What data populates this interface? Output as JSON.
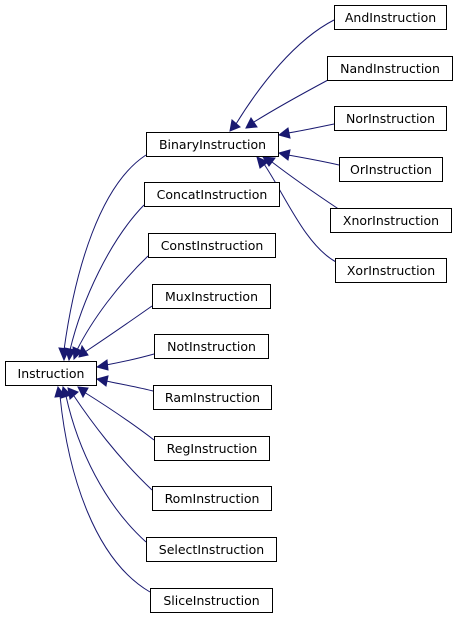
{
  "nodes": {
    "instruction": "Instruction",
    "binary": "BinaryInstruction",
    "concat": "ConcatInstruction",
    "const": "ConstInstruction",
    "mux": "MuxInstruction",
    "not": "NotInstruction",
    "ram": "RamInstruction",
    "reg": "RegInstruction",
    "rom": "RomInstruction",
    "select": "SelectInstruction",
    "slice": "SliceInstruction",
    "and": "AndInstruction",
    "nand": "NandInstruction",
    "nor": "NorInstruction",
    "or": "OrInstruction",
    "xnor": "XnorInstruction",
    "xor": "XorInstruction"
  },
  "edges": [
    {
      "from": "binary",
      "to": "instruction"
    },
    {
      "from": "concat",
      "to": "instruction"
    },
    {
      "from": "const",
      "to": "instruction"
    },
    {
      "from": "mux",
      "to": "instruction"
    },
    {
      "from": "not",
      "to": "instruction"
    },
    {
      "from": "ram",
      "to": "instruction"
    },
    {
      "from": "reg",
      "to": "instruction"
    },
    {
      "from": "rom",
      "to": "instruction"
    },
    {
      "from": "select",
      "to": "instruction"
    },
    {
      "from": "slice",
      "to": "instruction"
    },
    {
      "from": "and",
      "to": "binary"
    },
    {
      "from": "nand",
      "to": "binary"
    },
    {
      "from": "nor",
      "to": "binary"
    },
    {
      "from": "or",
      "to": "binary"
    },
    {
      "from": "xnor",
      "to": "binary"
    },
    {
      "from": "xor",
      "to": "binary"
    }
  ],
  "colors": {
    "edge": "#191970",
    "node_border": "#000000",
    "node_fill": "#ffffff"
  }
}
